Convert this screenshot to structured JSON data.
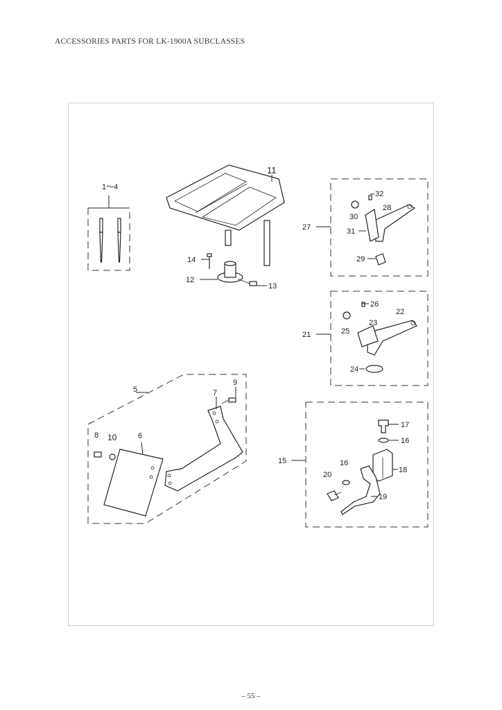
{
  "header": {
    "title": "ACCESSORIES PARTS FOR LK-1900A SUBCLASSES"
  },
  "footer": {
    "page_number": "– 55 –"
  },
  "callouts": {
    "c1_4": "1～4",
    "c5": "5",
    "c6": "6",
    "c7": "7",
    "c8": "8",
    "c9": "9",
    "c10": "10",
    "c11": "11",
    "c12": "12",
    "c13": "13",
    "c14": "14",
    "c15": "15",
    "c16a": "16",
    "c16b": "16",
    "c17": "17",
    "c18": "18",
    "c19": "19",
    "c20": "20",
    "c21": "21",
    "c22": "22",
    "c23": "23",
    "c24": "24",
    "c25": "25",
    "c26": "26",
    "c27": "27",
    "c28": "28",
    "c29": "29",
    "c30": "30",
    "c31": "31",
    "c32": "32"
  }
}
